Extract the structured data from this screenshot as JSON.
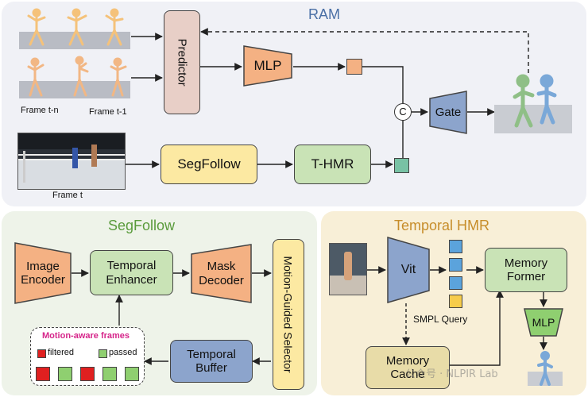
{
  "ram": {
    "title": "RAM",
    "predictor": "Predictor",
    "mlp": "MLP",
    "gate": "Gate",
    "segfollow": "SegFollow",
    "thmr": "T-HMR",
    "concat": "C",
    "frame_tn": "Frame t-n",
    "frame_t1": "Frame t-1",
    "frame_t": "Frame t"
  },
  "segfollow": {
    "title": "SegFollow",
    "image_encoder": "Image Encoder",
    "temporal_enhancer": "Temporal Enhancer",
    "mask_decoder": "Mask Decoder",
    "selector": "Motion-Guided Selector",
    "temporal_buffer": "Temporal Buffer",
    "motion_aware_title": "Motion-aware frames",
    "legend_filtered": "filtered",
    "legend_passed": "passed"
  },
  "thmr": {
    "title": "Temporal HMR",
    "vit": "Vit",
    "memory_former": "Memory Former",
    "mlp": "MLP",
    "smpl_query": "SMPL Query",
    "memory_cache": "Memory Cache"
  },
  "watermark": "公众号 · NLPIR Lab",
  "colors": {
    "ram_bg": "#f0f1f6",
    "segfollow_bg": "#eef3e9",
    "thmr_bg": "#f8efd7",
    "orange": "#f4b183",
    "green": "#c9e3b6",
    "blue": "#8ca4cc",
    "yellow": "#fce9a2",
    "khaki": "#e8dca8",
    "predictor": "#e8cfc7",
    "title_blue": "#4a6fa5",
    "title_green": "#5a9b3c",
    "title_orange": "#c78d2a",
    "magenta": "#d6258a"
  }
}
